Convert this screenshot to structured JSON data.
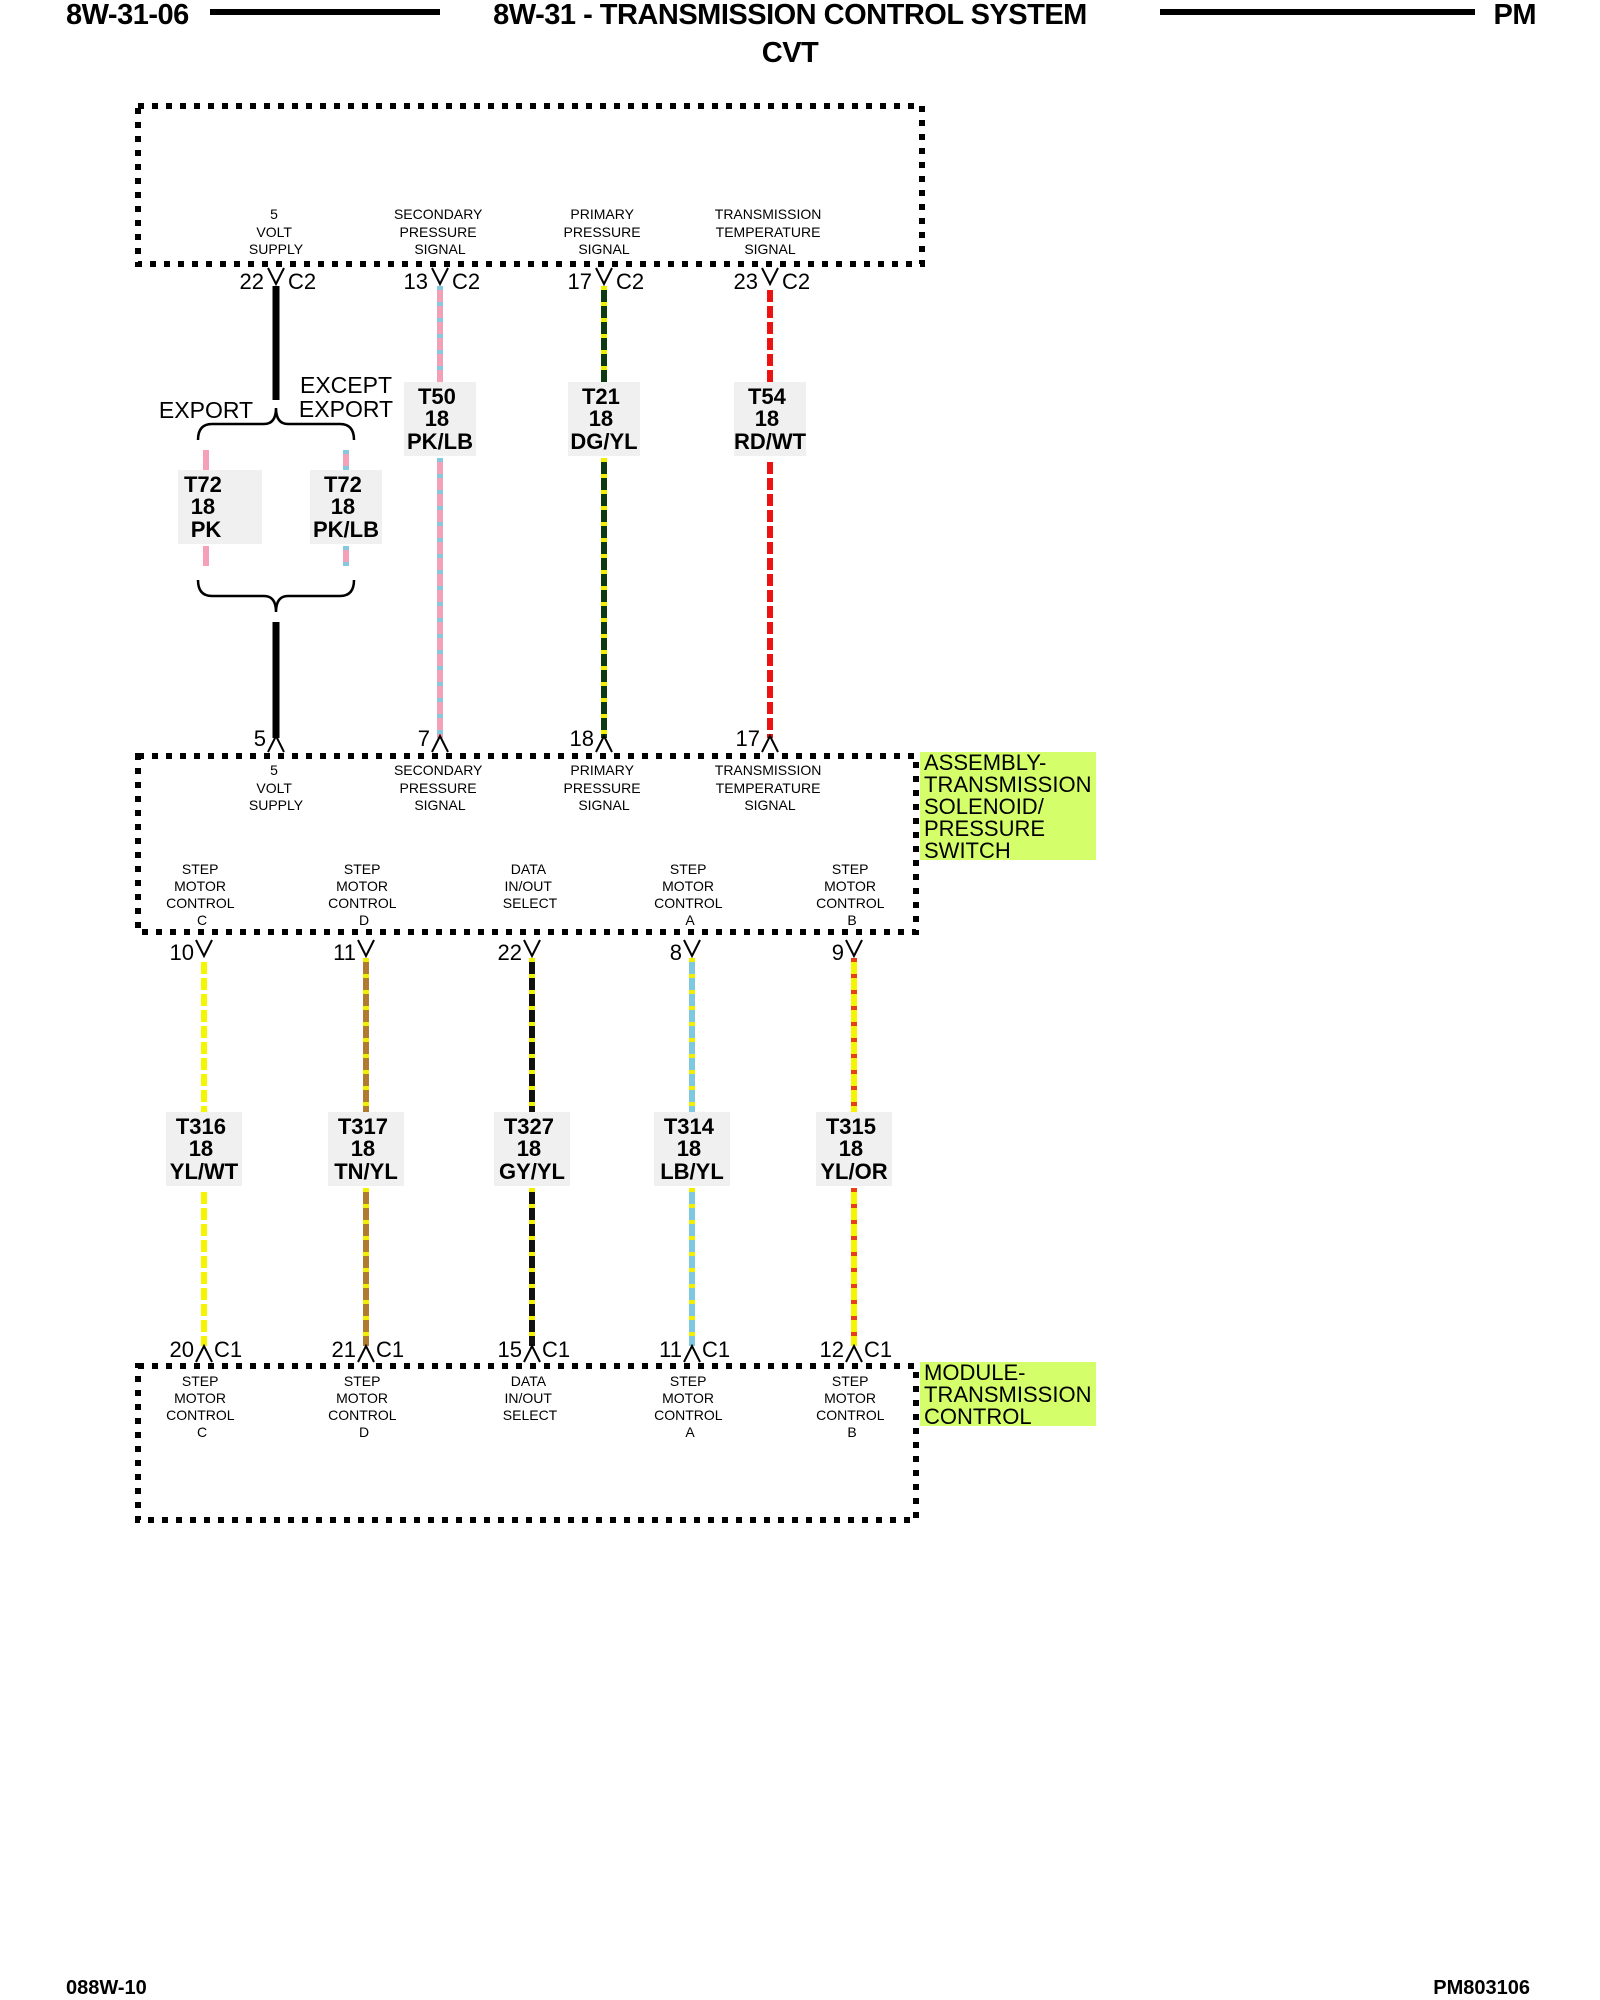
{
  "header": {
    "page_code": "8W-31-06",
    "title": "8W-31 - TRANSMISSION CONTROL SYSTEM",
    "subtitle": "CVT",
    "model": "PM"
  },
  "footer": {
    "left": "088W-10",
    "right": "PM803106"
  },
  "top_pins": [
    {
      "lines": [
        "5",
        "VOLT",
        "SUPPLY"
      ],
      "pin": "22",
      "conn": "C2"
    },
    {
      "lines": [
        "SECONDARY",
        "PRESSURE",
        "SIGNAL"
      ],
      "pin": "13",
      "conn": "C2"
    },
    {
      "lines": [
        "PRIMARY",
        "PRESSURE",
        "SIGNAL"
      ],
      "pin": "17",
      "conn": "C2"
    },
    {
      "lines": [
        "TRANSMISSION",
        "TEMPERATURE",
        "SIGNAL"
      ],
      "pin": "23",
      "conn": "C2"
    }
  ],
  "brace": {
    "left_label": "EXPORT",
    "right_label_1": "EXCEPT",
    "right_label_2": "EXPORT"
  },
  "upper_wires": [
    {
      "circuit": "T72",
      "gauge": "18",
      "color": "PK",
      "base": "#f4a0b8",
      "stripe": "#f4a0b8"
    },
    {
      "circuit": "T72",
      "gauge": "18",
      "color": "PK/LB",
      "base": "#f4a0b8",
      "stripe": "#86c8dc"
    },
    {
      "circuit": "T50",
      "gauge": "18",
      "color": "PK/LB",
      "base": "#f4a0b8",
      "stripe": "#86c8dc"
    },
    {
      "circuit": "T21",
      "gauge": "18",
      "color": "DG/YL",
      "base": "#0c3a12",
      "stripe": "#f0f000"
    },
    {
      "circuit": "T54",
      "gauge": "18",
      "color": "RD/WT",
      "base": "#ee1111",
      "stripe": "#ffffff"
    }
  ],
  "assembly_pins_top": [
    {
      "pin": "5",
      "lines": [
        "5",
        "VOLT",
        "SUPPLY"
      ]
    },
    {
      "pin": "7",
      "lines": [
        "SECONDARY",
        "PRESSURE",
        "SIGNAL"
      ]
    },
    {
      "pin": "18",
      "lines": [
        "PRIMARY",
        "PRESSURE",
        "SIGNAL"
      ]
    },
    {
      "pin": "17",
      "lines": [
        "TRANSMISSION",
        "TEMPERATURE",
        "SIGNAL"
      ]
    }
  ],
  "assembly_pins_bottom": [
    {
      "pin": "10",
      "lines": [
        "STEP",
        "MOTOR",
        "CONTROL",
        "C"
      ]
    },
    {
      "pin": "11",
      "lines": [
        "STEP",
        "MOTOR",
        "CONTROL",
        "D"
      ]
    },
    {
      "pin": "22",
      "lines": [
        "DATA",
        "IN/OUT",
        "SELECT"
      ]
    },
    {
      "pin": "8",
      "lines": [
        "STEP",
        "MOTOR",
        "CONTROL",
        "A"
      ]
    },
    {
      "pin": "9",
      "lines": [
        "STEP",
        "MOTOR",
        "CONTROL",
        "B"
      ]
    }
  ],
  "assembly_label": [
    "ASSEMBLY-",
    "TRANSMISSION",
    "SOLENOID/",
    "PRESSURE",
    "SWITCH"
  ],
  "lower_wires": [
    {
      "circuit": "T316",
      "gauge": "18",
      "color": "YL/WT",
      "base": "#f5f500",
      "stripe": "#ffffff"
    },
    {
      "circuit": "T317",
      "gauge": "18",
      "color": "TN/YL",
      "base": "#b07a30",
      "stripe": "#f0f000"
    },
    {
      "circuit": "T327",
      "gauge": "18",
      "color": "GY/YL",
      "base": "#111111",
      "stripe": "#f0f000"
    },
    {
      "circuit": "T314",
      "gauge": "18",
      "color": "LB/YL",
      "base": "#7ec8e0",
      "stripe": "#f0f000"
    },
    {
      "circuit": "T315",
      "gauge": "18",
      "color": "YL/OR",
      "base": "#f5f500",
      "stripe": "#e84010"
    }
  ],
  "module_pins": [
    {
      "pin": "20",
      "conn": "C1",
      "lines": [
        "STEP",
        "MOTOR",
        "CONTROL",
        "C"
      ]
    },
    {
      "pin": "21",
      "conn": "C1",
      "lines": [
        "STEP",
        "MOTOR",
        "CONTROL",
        "D"
      ]
    },
    {
      "pin": "15",
      "conn": "C1",
      "lines": [
        "DATA",
        "IN/OUT",
        "SELECT"
      ]
    },
    {
      "pin": "11",
      "conn": "C1",
      "lines": [
        "STEP",
        "MOTOR",
        "CONTROL",
        "A"
      ]
    },
    {
      "pin": "12",
      "conn": "C1",
      "lines": [
        "STEP",
        "MOTOR",
        "CONTROL",
        "B"
      ]
    }
  ],
  "module_label": [
    "MODULE-",
    "TRANSMISSION",
    "CONTROL"
  ],
  "colors": {
    "highlight": "#d4ff6a",
    "box_border": "#000000"
  }
}
